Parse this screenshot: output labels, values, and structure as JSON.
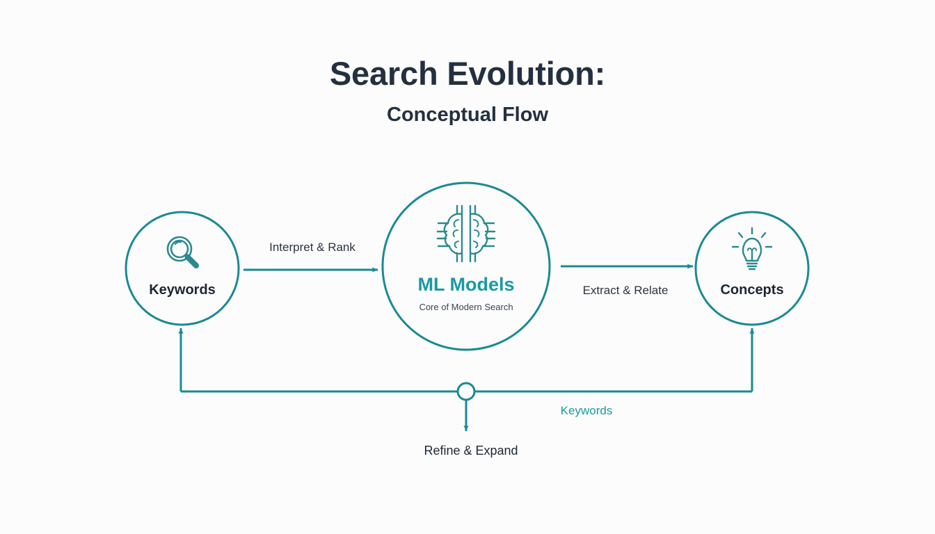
{
  "header": {
    "title": "Search Evolution:",
    "subtitle": "Conceptual Flow"
  },
  "colors": {
    "background": "#fcfcfc",
    "teal": "#1a8a92",
    "teal_text": "#1a9aa2",
    "dark_text": "#24303f"
  },
  "nodes": {
    "left": {
      "label": "Keywords",
      "icon": "magnifier-icon"
    },
    "center": {
      "label": "ML Models",
      "sublabel": "Core of Modern Search",
      "icon": "brain-chip-icon"
    },
    "right": {
      "label": "Concepts",
      "icon": "lightbulb-icon"
    }
  },
  "edges": {
    "left_to_center": "Interpret & Rank",
    "center_to_right": "Extract & Relate",
    "feedback_down": "Refine & Expand",
    "feedback_side": "Keywords"
  }
}
